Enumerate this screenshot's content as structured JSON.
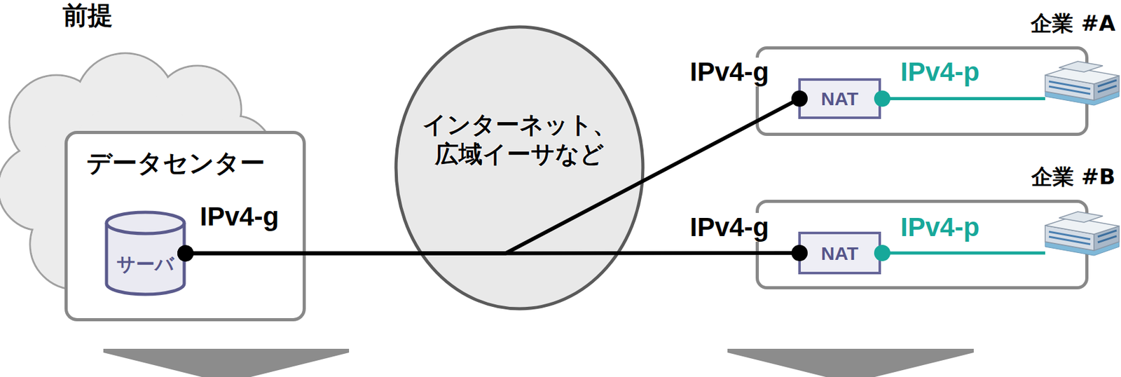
{
  "diagram": {
    "title": "前提",
    "nodes": [
      {
        "text": [
          "データセンター"
        ]
      },
      {
        "text": [
          "サーバ"
        ],
        "in": 0
      },
      {
        "text": [
          "インターネット、 広域イーサなど"
        ]
      },
      {
        "text": [
          "企業 #A"
        ]
      },
      {
        "text": [
          "NAT"
        ],
        "in": 3
      },
      {
        "text": [
          "企業 #B"
        ]
      },
      {
        "text": [
          "NAT"
        ],
        "in": 5
      }
    ],
    "edges": [
      {
        "from": 1,
        "to": 4,
        "arrow": "none"
      },
      {
        "from": 1,
        "to": 6,
        "arrow": "none"
      }
    ],
    "labels": [
      "IPv4-g",
      "IPv4-p",
      "IPv4-g",
      "IPv4-g",
      "IPv4-p"
    ]
  }
}
